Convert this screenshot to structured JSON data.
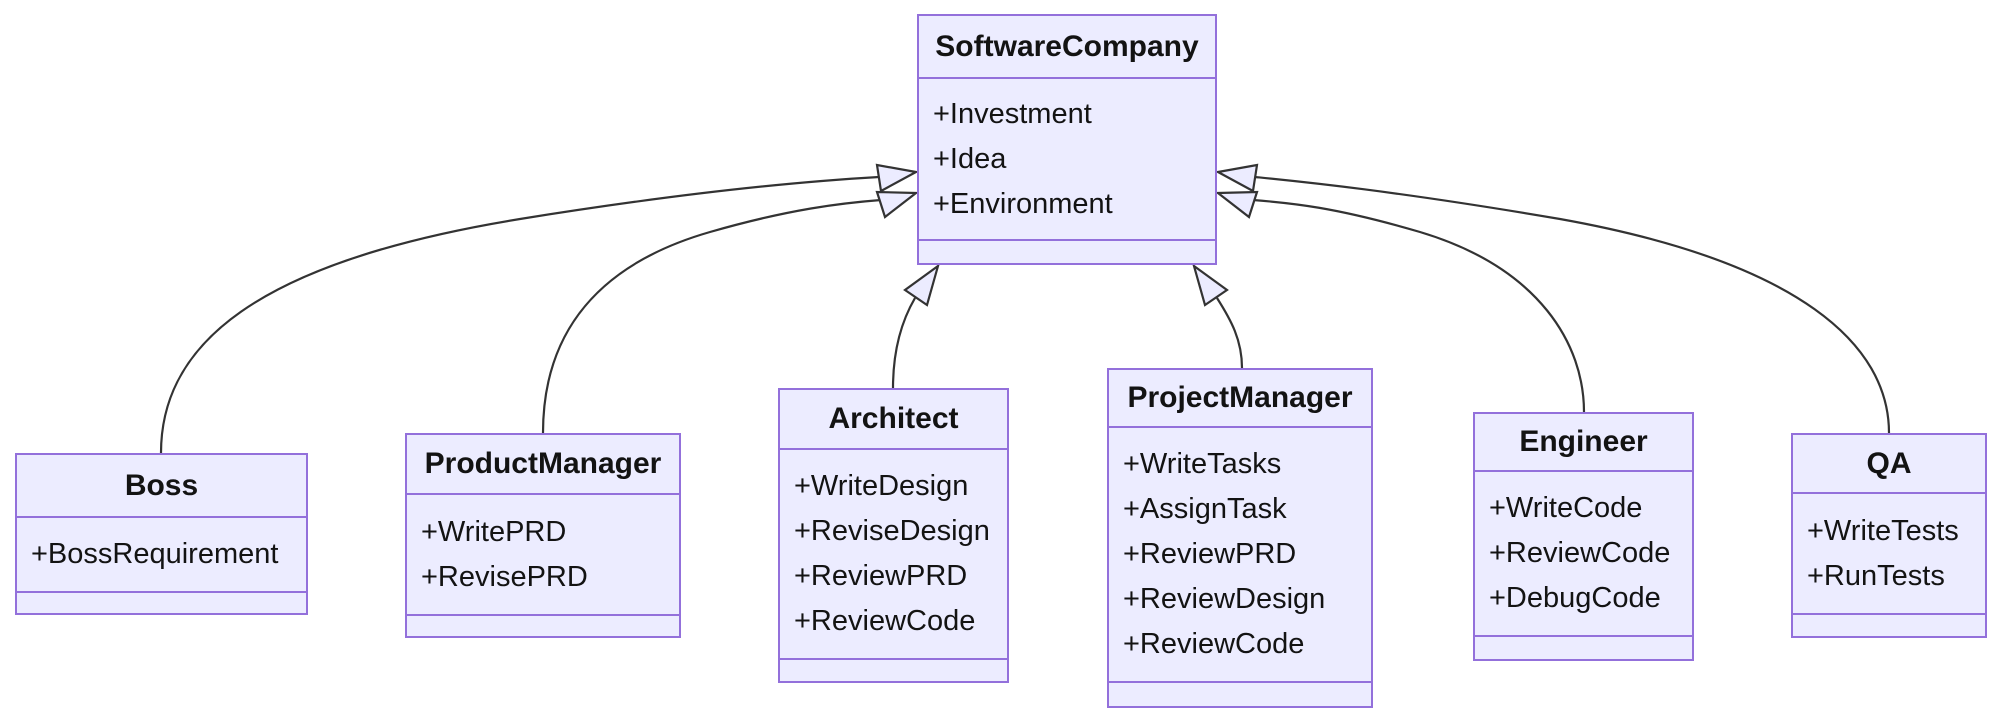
{
  "diagram": {
    "kind": "uml-class-diagram",
    "background": "#ffffff"
  },
  "colors": {
    "class_fill": "#ECECFF",
    "class_border": "#9370DB",
    "edge_line": "#333333",
    "text": "#131313"
  },
  "classes": [
    {
      "name": "SoftwareCompany",
      "members": [
        "+Investment",
        "+Idea",
        "+Environment"
      ]
    },
    {
      "name": "Boss",
      "members": [
        "+BossRequirement"
      ]
    },
    {
      "name": "ProductManager",
      "members": [
        "+WritePRD",
        "+RevisePRD"
      ]
    },
    {
      "name": "Architect",
      "members": [
        "+WriteDesign",
        "+ReviseDesign",
        "+ReviewPRD",
        "+ReviewCode"
      ]
    },
    {
      "name": "ProjectManager",
      "members": [
        "+WriteTasks",
        "+AssignTask",
        "+ReviewPRD",
        "+ReviewDesign",
        "+ReviewCode"
      ]
    },
    {
      "name": "Engineer",
      "members": [
        "+WriteCode",
        "+ReviewCode",
        "+DebugCode"
      ]
    },
    {
      "name": "QA",
      "members": [
        "+WriteTests",
        "+RunTests"
      ]
    }
  ],
  "relationships": [
    {
      "from": "Boss",
      "to": "SoftwareCompany",
      "type": "inheritance"
    },
    {
      "from": "ProductManager",
      "to": "SoftwareCompany",
      "type": "inheritance"
    },
    {
      "from": "Architect",
      "to": "SoftwareCompany",
      "type": "inheritance"
    },
    {
      "from": "ProjectManager",
      "to": "SoftwareCompany",
      "type": "inheritance"
    },
    {
      "from": "Engineer",
      "to": "SoftwareCompany",
      "type": "inheritance"
    },
    {
      "from": "QA",
      "to": "SoftwareCompany",
      "type": "inheritance"
    }
  ]
}
